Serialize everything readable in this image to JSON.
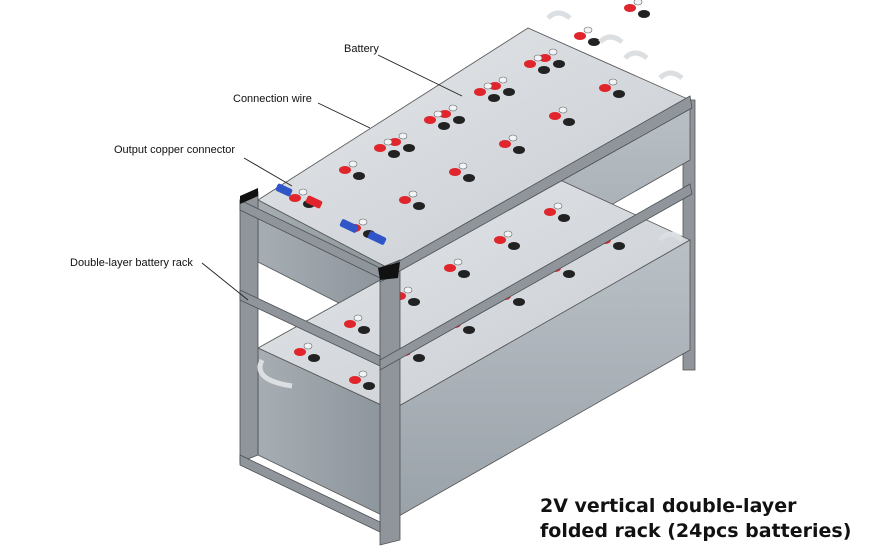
{
  "labels": {
    "battery": "Battery",
    "connection_wire": "Connection wire",
    "output_connector": "Output copper connector",
    "rack": "Double-layer battery rack"
  },
  "caption": {
    "line1": "2V vertical double-layer",
    "line2": "folded rack (24pcs batteries)"
  },
  "colors": {
    "battery_body": "#c9ced3",
    "battery_side": "#9ca3aa",
    "rack_steel": "#8f959b",
    "terminal_positive": "#e0262c",
    "output_connector": "#2f55c8"
  }
}
